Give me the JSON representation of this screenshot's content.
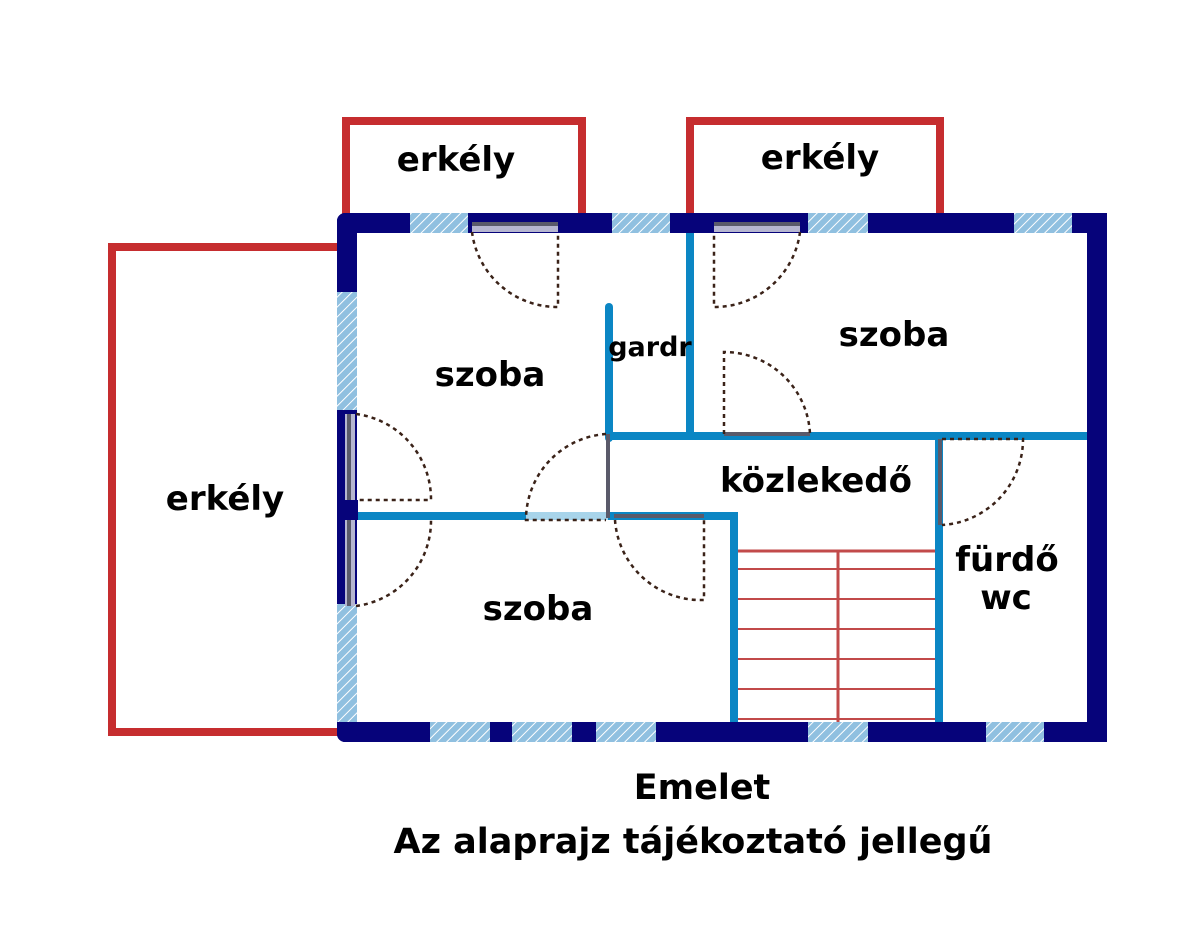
{
  "plan": {
    "balcony_left": "erkély",
    "balcony_top_left": "erkély",
    "balcony_top_right": "erkély",
    "room_top_left": "szoba",
    "room_top_right": "szoba",
    "room_bottom_left": "szoba",
    "wardrobe": "gardr",
    "corridor": "közlekedő",
    "bathroom_line1": "fürdő",
    "bathroom_line2": "wc"
  },
  "footer": {
    "floor": "Emelet",
    "note": "Az alaprajz tájékoztató jellegű"
  },
  "colors": {
    "outer_wall": "#06037a",
    "inner_wall": "#0b86c4",
    "balcony": "#c62d2f",
    "window": "#90c0e0",
    "door_leaf": "#5a5a6a",
    "door_swing": "#3a2218",
    "stairs": "#c24a4a"
  }
}
